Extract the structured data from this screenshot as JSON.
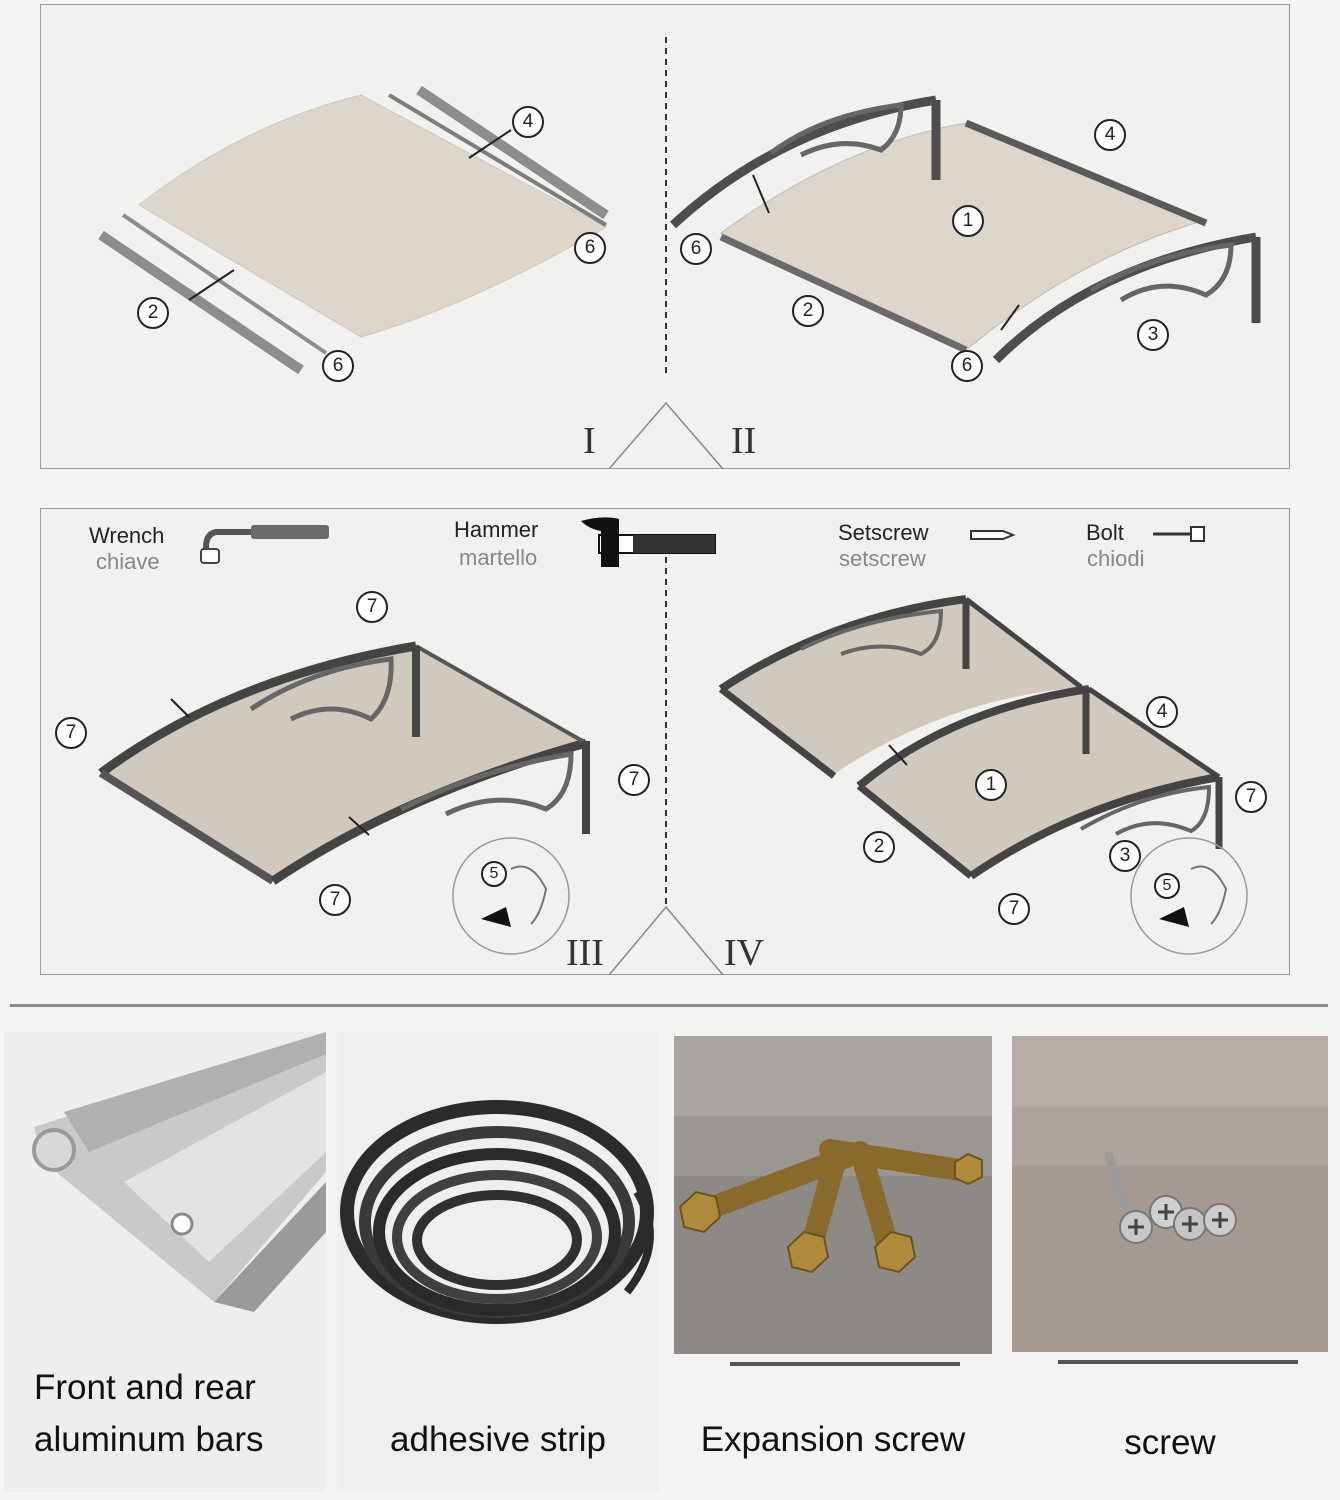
{
  "steps": {
    "i": "I",
    "ii": "II",
    "iii": "III",
    "iv": "IV"
  },
  "callouts": {
    "n1": "1",
    "n2": "2",
    "n3": "3",
    "n4": "4",
    "n5": "5",
    "n6": "6",
    "n7": "7"
  },
  "tools": {
    "wrench": {
      "name": "Wrench",
      "sub": "chiave",
      "icon": "wrench-icon"
    },
    "hammer": {
      "name": "Hammer",
      "sub": "martello",
      "icon": "hammer-icon"
    },
    "setscrew": {
      "name": "Setscrew",
      "sub": "setscrew",
      "icon": "setscrew-icon"
    },
    "bolt": {
      "name": "Bolt",
      "sub": "chiodi",
      "icon": "bolt-icon"
    }
  },
  "parts": [
    {
      "label_line1": "Front and rear",
      "label_line2": "aluminum bars"
    },
    {
      "label": "adhesive strip"
    },
    {
      "label": "Expansion screw"
    },
    {
      "label": "screw"
    }
  ],
  "colors": {
    "panel_sheet": "#d9d3c8",
    "frame_dark": "#4a4a4a",
    "bracket_gray": "#6a6a6a",
    "floor_gray": "#8d8a85"
  }
}
